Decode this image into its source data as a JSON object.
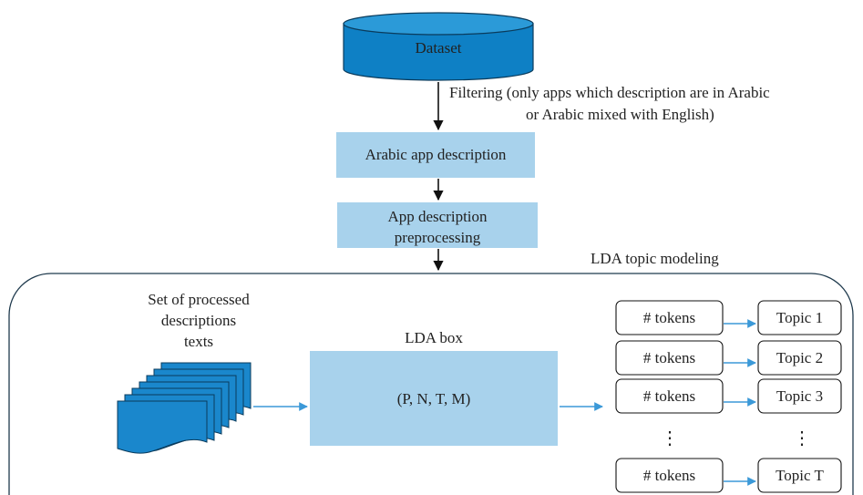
{
  "dataset": {
    "label": "Dataset"
  },
  "filtering": {
    "line1": "Filtering (only apps which description are in Arabic",
    "line2": "or Arabic mixed with English)"
  },
  "arabic_box": {
    "label": "Arabic app description"
  },
  "preprocess_box": {
    "line1": "App description",
    "line2": "preprocessing"
  },
  "lda_section": {
    "title": "LDA topic modeling"
  },
  "docs": {
    "line1": "Set of processed",
    "line2": "descriptions",
    "line3": "texts"
  },
  "lda_box": {
    "title": "LDA box",
    "params": "(P, N, T, M)"
  },
  "rows": [
    {
      "tokens": "# tokens",
      "topic": "Topic 1"
    },
    {
      "tokens": "# tokens",
      "topic": "Topic 2"
    },
    {
      "tokens": "# tokens",
      "topic": "Topic 3"
    },
    {
      "tokens": "# tokens",
      "topic": "Topic T"
    }
  ],
  "ellipsis": "⋮",
  "colors": {
    "cylinder": "#0e80c5",
    "cylinder_top": "#2b9ad8",
    "box_fill": "#a8d2ec",
    "arrow_blue": "#3b99d8",
    "doc_fill": "#1a87cc",
    "line": "#1f3a4d"
  }
}
